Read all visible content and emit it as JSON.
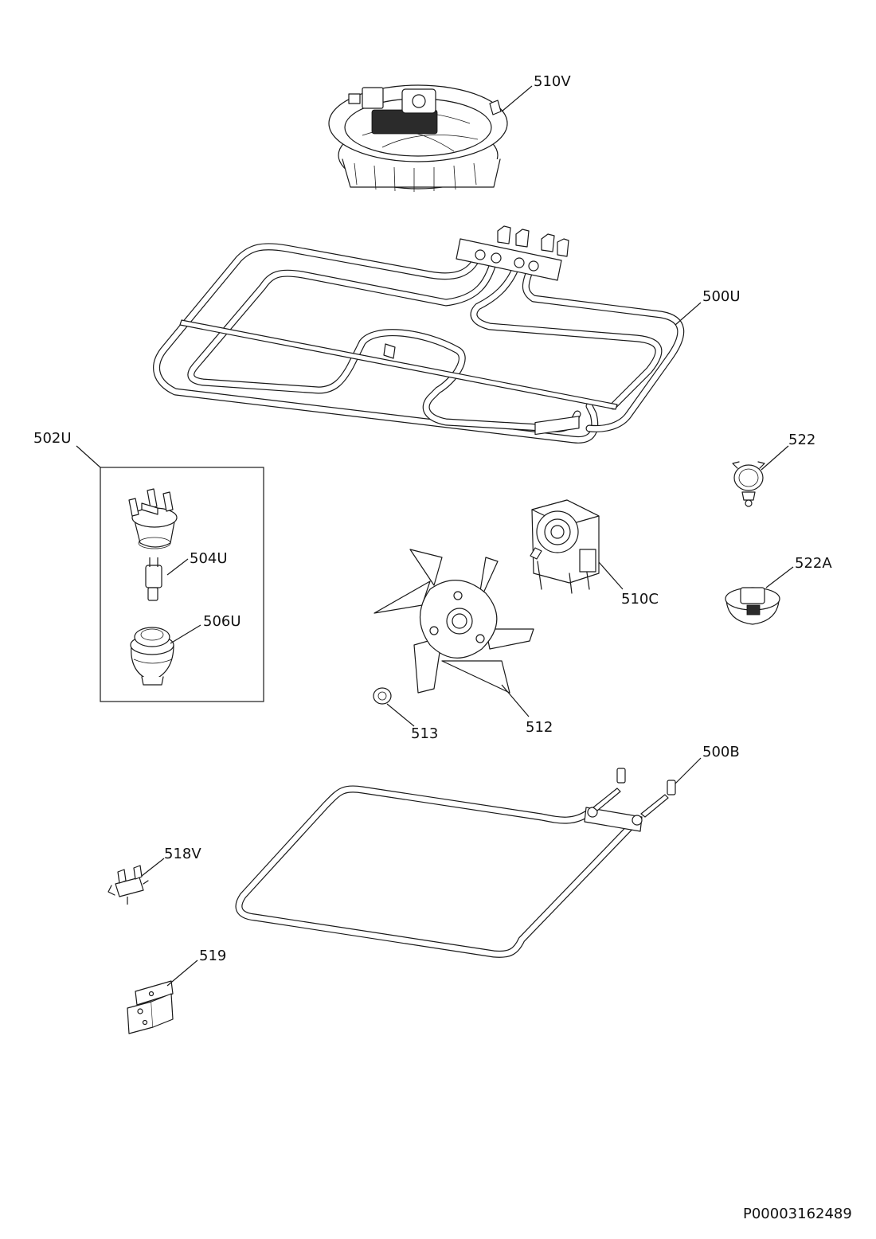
{
  "document_id": "P00003162489",
  "callouts": {
    "c510V": "510V",
    "c500U": "500U",
    "c502U": "502U",
    "c504U": "504U",
    "c506U": "506U",
    "c522": "522",
    "c522A": "522A",
    "c510C": "510C",
    "c512": "512",
    "c513": "513",
    "c500B": "500B",
    "c518V": "518V",
    "c519": "519"
  }
}
